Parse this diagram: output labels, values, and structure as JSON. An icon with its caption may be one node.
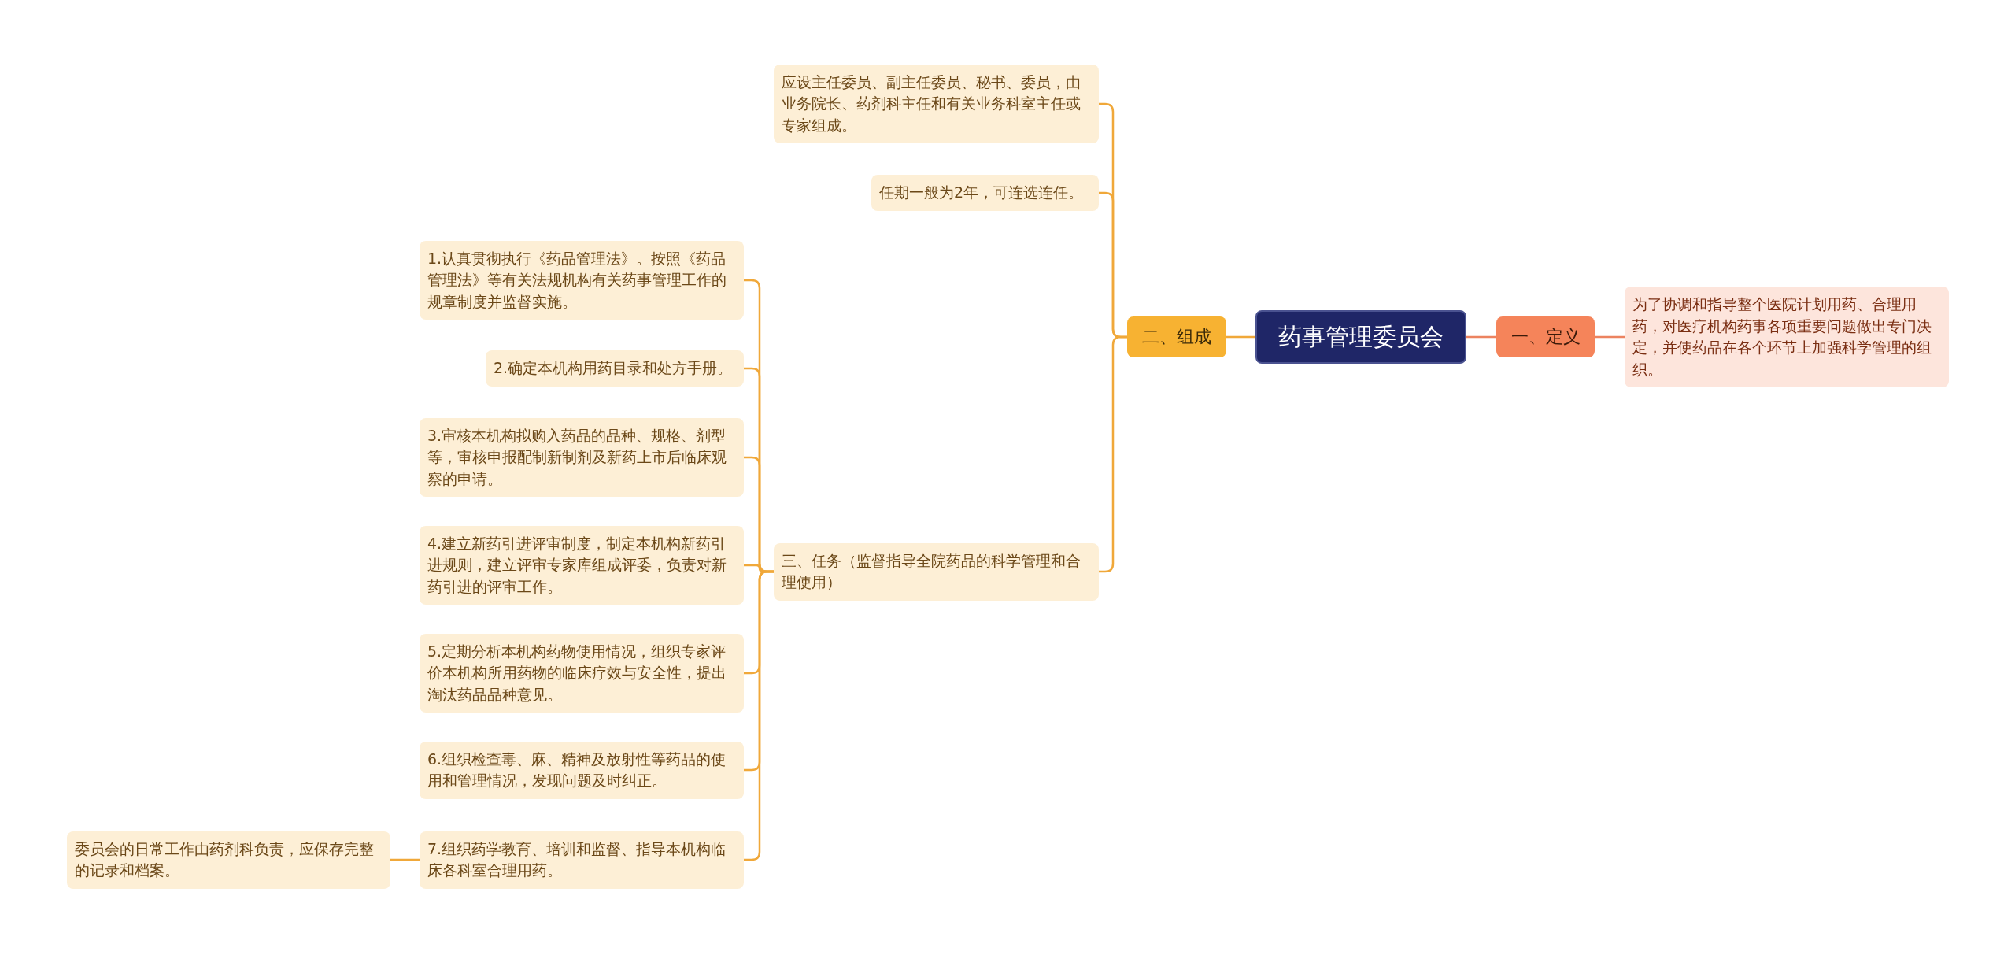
{
  "diagram": {
    "nodes": [
      {
        "text": [
          "药事管理委员会"
        ]
      },
      {
        "text": [
          "一、定义"
        ]
      },
      {
        "text": [
          "为了协调和指导整个医院计划用药、合理用药，对医疗机构药事各项重要问题做出专门决定，并使药品在各个环节上加强科学管理的组织。"
        ]
      },
      {
        "text": [
          "二、组成"
        ]
      },
      {
        "text": [
          "应设主任委员、副主任委员、秘书、委员，由业务院长、药剂科主任和有关业务科室主任或专家组成。"
        ]
      },
      {
        "text": [
          "任期一般为2年，可连选连任。"
        ]
      },
      {
        "text": [
          "三、任务（监督指导全院药品的科学管理和合理使用）"
        ]
      },
      {
        "text": [
          "1.认真贯彻执行《药品管理法》。按照《药品管理法》等有关法规机构有关药事管理工作的规章制度并监督实施。"
        ]
      },
      {
        "text": [
          "2.确定本机构用药目录和处方手册。"
        ]
      },
      {
        "text": [
          "3.审核本机构拟购入药品的品种、规格、剂型等，审核申报配制新制剂及新药上市后临床观察的申请。"
        ]
      },
      {
        "text": [
          "4.建立新药引进评审制度，制定本机构新药引进规则，建立评审专家库组成评委，负责对新药引进的评审工作。"
        ]
      },
      {
        "text": [
          "5.定期分析本机构药物使用情况，组织专家评价本机构所用药物的临床疗效与安全性，提出淘汰药品品种意见。"
        ]
      },
      {
        "text": [
          "6.组织检查毒、麻、精神及放射性等药品的使用和管理情况，发现问题及时纠正。"
        ]
      },
      {
        "text": [
          "7.组织药学教育、培训和监督、指导本机构临床各科室合理用药。"
        ]
      },
      {
        "text": [
          "委员会的日常工作由药剂科负责，应保存完整的记录和档案。"
        ]
      }
    ],
    "edges": [
      {
        "from": 0,
        "to": 1,
        "arrow": "none",
        "color": "#ec8360"
      },
      {
        "from": 1,
        "to": 2,
        "arrow": "none",
        "color": "#ec8360"
      },
      {
        "from": 0,
        "to": 3,
        "arrow": "none"
      },
      {
        "from": 3,
        "to": 4,
        "arrow": "none"
      },
      {
        "from": 3,
        "to": 5,
        "arrow": "none"
      },
      {
        "from": 3,
        "to": 6,
        "arrow": "none"
      },
      {
        "from": 6,
        "to": 7,
        "arrow": "none"
      },
      {
        "from": 6,
        "to": 8,
        "arrow": "none"
      },
      {
        "from": 6,
        "to": 9,
        "arrow": "none"
      },
      {
        "from": 6,
        "to": 10,
        "arrow": "none"
      },
      {
        "from": 6,
        "to": 11,
        "arrow": "none"
      },
      {
        "from": 6,
        "to": 12,
        "arrow": "none"
      },
      {
        "from": 6,
        "to": 13,
        "arrow": "none"
      },
      {
        "from": 13,
        "to": 14,
        "arrow": "none"
      }
    ]
  }
}
